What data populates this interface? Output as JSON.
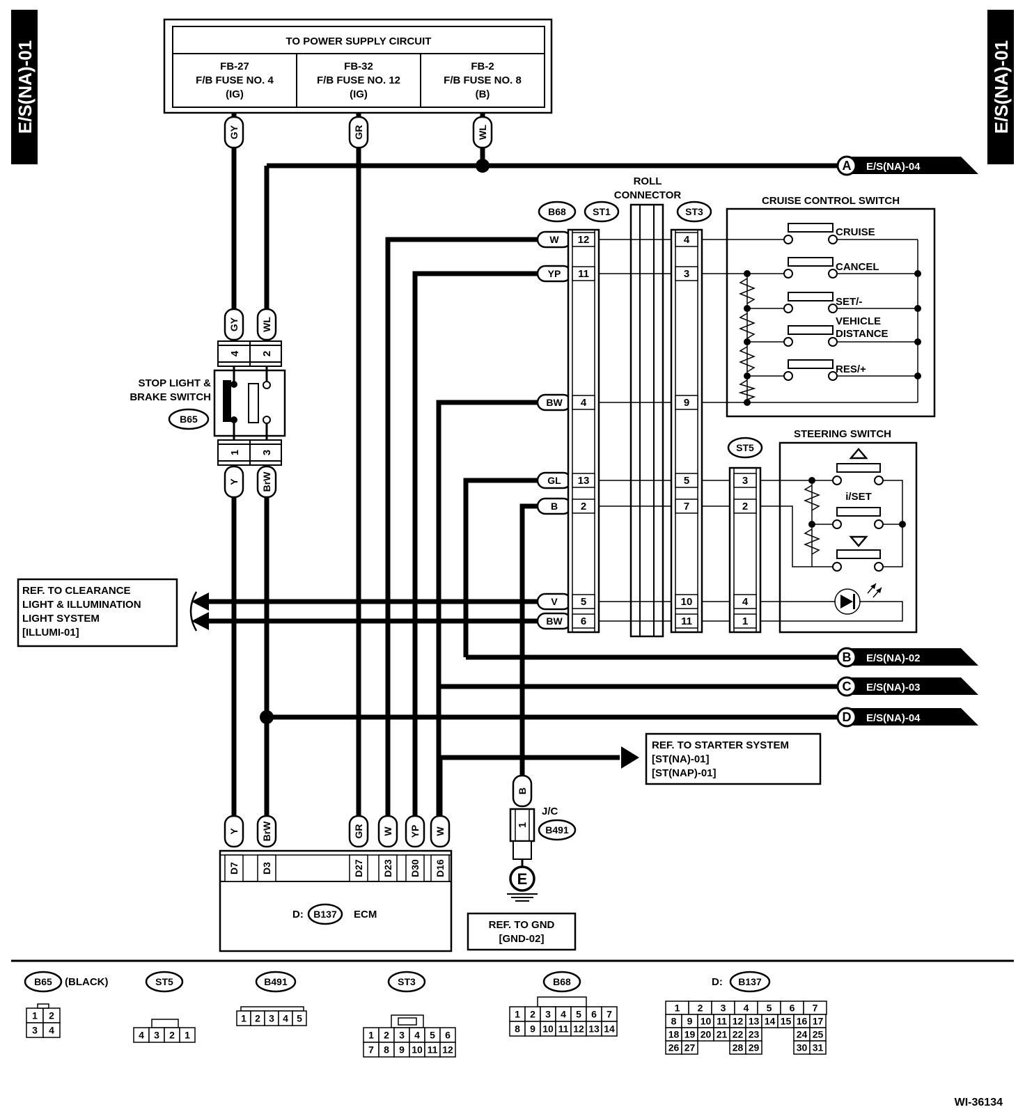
{
  "page_code": "E/S(NA)-01",
  "figure_id": "WI-36134",
  "power": {
    "title": "TO POWER SUPPLY CIRCUIT",
    "fuses": [
      {
        "code": "FB-27",
        "name": "F/B FUSE NO. 4",
        "type": "(IG)",
        "wire": "GY"
      },
      {
        "code": "FB-32",
        "name": "F/B FUSE NO. 12",
        "type": "(IG)",
        "wire": "GR"
      },
      {
        "code": "FB-2",
        "name": "F/B FUSE NO. 8",
        "type": "(B)",
        "wire": "WL"
      }
    ]
  },
  "offpage": [
    {
      "letter": "A",
      "ref": "E/S(NA)-04"
    },
    {
      "letter": "B",
      "ref": "E/S(NA)-02"
    },
    {
      "letter": "C",
      "ref": "E/S(NA)-03"
    },
    {
      "letter": "D",
      "ref": "E/S(NA)-04"
    }
  ],
  "stop_switch": {
    "line1": "STOP LIGHT &",
    "line2": "BRAKE SWITCH",
    "connector": "B65",
    "top_pins": [
      {
        "pin": "4",
        "wire": "GY"
      },
      {
        "pin": "2",
        "wire": "WL"
      }
    ],
    "bottom_pins": [
      {
        "pin": "1",
        "wire": "Y"
      },
      {
        "pin": "3",
        "wire": "BrW"
      }
    ]
  },
  "roll_connector": {
    "line1": "ROLL",
    "line2": "CONNECTOR"
  },
  "connector_tags": [
    "B68",
    "ST1",
    "ST3",
    "ST5"
  ],
  "st1_rows": [
    {
      "wire": "W",
      "pin": "12",
      "st3": "4"
    },
    {
      "wire": "YP",
      "pin": "11",
      "st3": "3"
    },
    {
      "wire": "BW",
      "pin": "4",
      "st3": "9"
    },
    {
      "wire": "GL",
      "pin": "13",
      "st3": "5",
      "st5": "3"
    },
    {
      "wire": "B",
      "pin": "2",
      "st3": "7",
      "st5": "2"
    },
    {
      "wire": "V",
      "pin": "5",
      "st3": "10",
      "st5": "4"
    },
    {
      "wire": "BW",
      "pin": "6",
      "st3": "11",
      "st5": "1"
    }
  ],
  "cruise_switch": {
    "title": "CRUISE CONTROL SWITCH",
    "items": [
      "CRUISE",
      "CANCEL",
      "SET/-",
      "VEHICLE",
      "DISTANCE",
      "RES/+"
    ]
  },
  "steering_switch": {
    "title": "STEERING SWITCH",
    "middle": "i/SET"
  },
  "illum_ref": [
    "REF. TO CLEARANCE",
    "LIGHT & ILLUMINATION",
    "LIGHT SYSTEM",
    "[ILLUMI-01]"
  ],
  "starter_ref": [
    "REF. TO STARTER SYSTEM",
    "[ST(NA)-01]",
    "[ST(NAP)-01]"
  ],
  "ecm": {
    "prefix": "D:",
    "connector": "B137",
    "name": "ECM",
    "pins": [
      {
        "pin": "D7",
        "wire": "Y"
      },
      {
        "pin": "D3",
        "wire": "BrW"
      },
      {
        "pin": "D27",
        "wire": "GR"
      },
      {
        "pin": "D23",
        "wire": "W"
      },
      {
        "pin": "D30",
        "wire": "YP"
      },
      {
        "pin": "D16",
        "wire": "W"
      }
    ]
  },
  "jc": {
    "label": "J/C",
    "connector": "B491",
    "pin": "1",
    "wire": "B",
    "ground_letter": "E"
  },
  "gnd_ref": [
    "REF. TO GND",
    "[GND-02]"
  ],
  "connector_views": {
    "b65": {
      "name": "B65",
      "note": "(BLACK)",
      "rows": [
        [
          "1",
          "2"
        ],
        [
          "3",
          "4"
        ]
      ]
    },
    "st5": {
      "name": "ST5",
      "rows": [
        [
          "4",
          "3",
          "2",
          "1"
        ]
      ]
    },
    "b491": {
      "name": "B491",
      "rows": [
        [
          "1",
          "2",
          "3",
          "4",
          "5"
        ]
      ]
    },
    "st3": {
      "name": "ST3",
      "rows": [
        [
          "1",
          "2",
          "3",
          "4",
          "5",
          "6"
        ],
        [
          "7",
          "8",
          "9",
          "10",
          "11",
          "12"
        ]
      ]
    },
    "b68": {
      "name": "B68",
      "rows": [
        [
          "1",
          "2",
          "3",
          "4",
          "5",
          "6",
          "7"
        ],
        [
          "8",
          "9",
          "10",
          "11",
          "12",
          "13",
          "14"
        ]
      ]
    },
    "b137": {
      "prefix": "D:",
      "name": "B137",
      "rows": [
        [
          "1",
          "2",
          "3",
          "4",
          "5",
          "6",
          "7"
        ],
        [
          "8",
          "9",
          "10",
          "11",
          "12",
          "13",
          "14",
          "15",
          "16",
          "17"
        ],
        [
          "18",
          "19",
          "20",
          "21",
          "22",
          "23",
          "",
          "",
          "24",
          "25"
        ],
        [
          "26",
          "27",
          "",
          "",
          "28",
          "29",
          "",
          "",
          "30",
          "31"
        ]
      ]
    }
  }
}
